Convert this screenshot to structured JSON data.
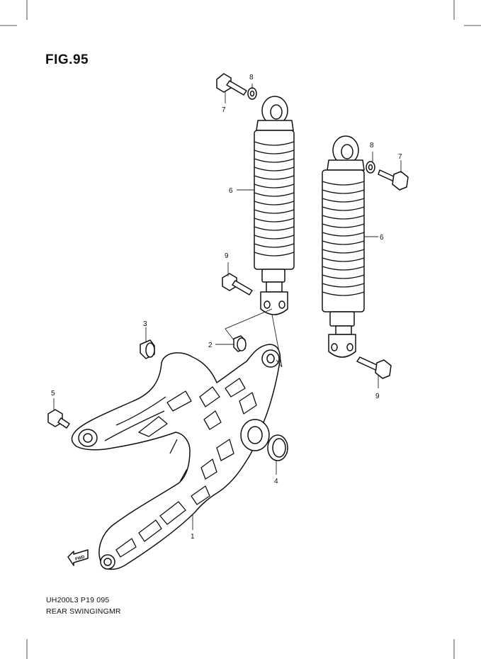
{
  "figure": {
    "title": "FIG.95",
    "model_code": "UH200L3 P19 095",
    "caption": "REAR SWINGINGMR"
  },
  "callouts": {
    "c1": "1",
    "c2": "2",
    "c3": "3",
    "c4": "4",
    "c5": "5",
    "c6_left": "6",
    "c6_right": "6",
    "c7_left": "7",
    "c7_right": "7",
    "c8_left": "8",
    "c8_right": "8",
    "c9_left": "9",
    "c9_right": "9"
  },
  "fwd_label": "FWD"
}
